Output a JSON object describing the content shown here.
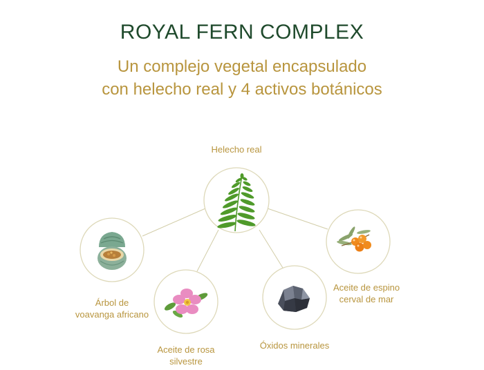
{
  "header": {
    "title": "ROYAL FERN COMPLEX",
    "subtitle_lines": [
      "Un complejo vegetal encapsulado",
      "con helecho real y 4 activos botánicos"
    ]
  },
  "nodes": {
    "center": {
      "label_lines": [
        "Helecho real"
      ],
      "icon": "fern-icon"
    },
    "left": {
      "label_lines": [
        "Árbol de",
        "voavanga africano"
      ],
      "icon": "voavanga-fruit-icon"
    },
    "mid_left": {
      "label_lines": [
        "Aceite de rosa",
        "silvestre"
      ],
      "icon": "wild-rose-icon"
    },
    "mid_right": {
      "label_lines": [
        "Óxidos minerales"
      ],
      "icon": "mineral-rock-icon"
    },
    "right": {
      "label_lines": [
        "Aceite de espino",
        "cerval de mar"
      ],
      "icon": "sea-buckthorn-icon"
    }
  },
  "colors": {
    "title": "#1f4a2c",
    "accent": "#b8953e",
    "circle_stroke": "#ddd8b8",
    "line": "#d2cda8",
    "fern": "#4f9a2a"
  }
}
